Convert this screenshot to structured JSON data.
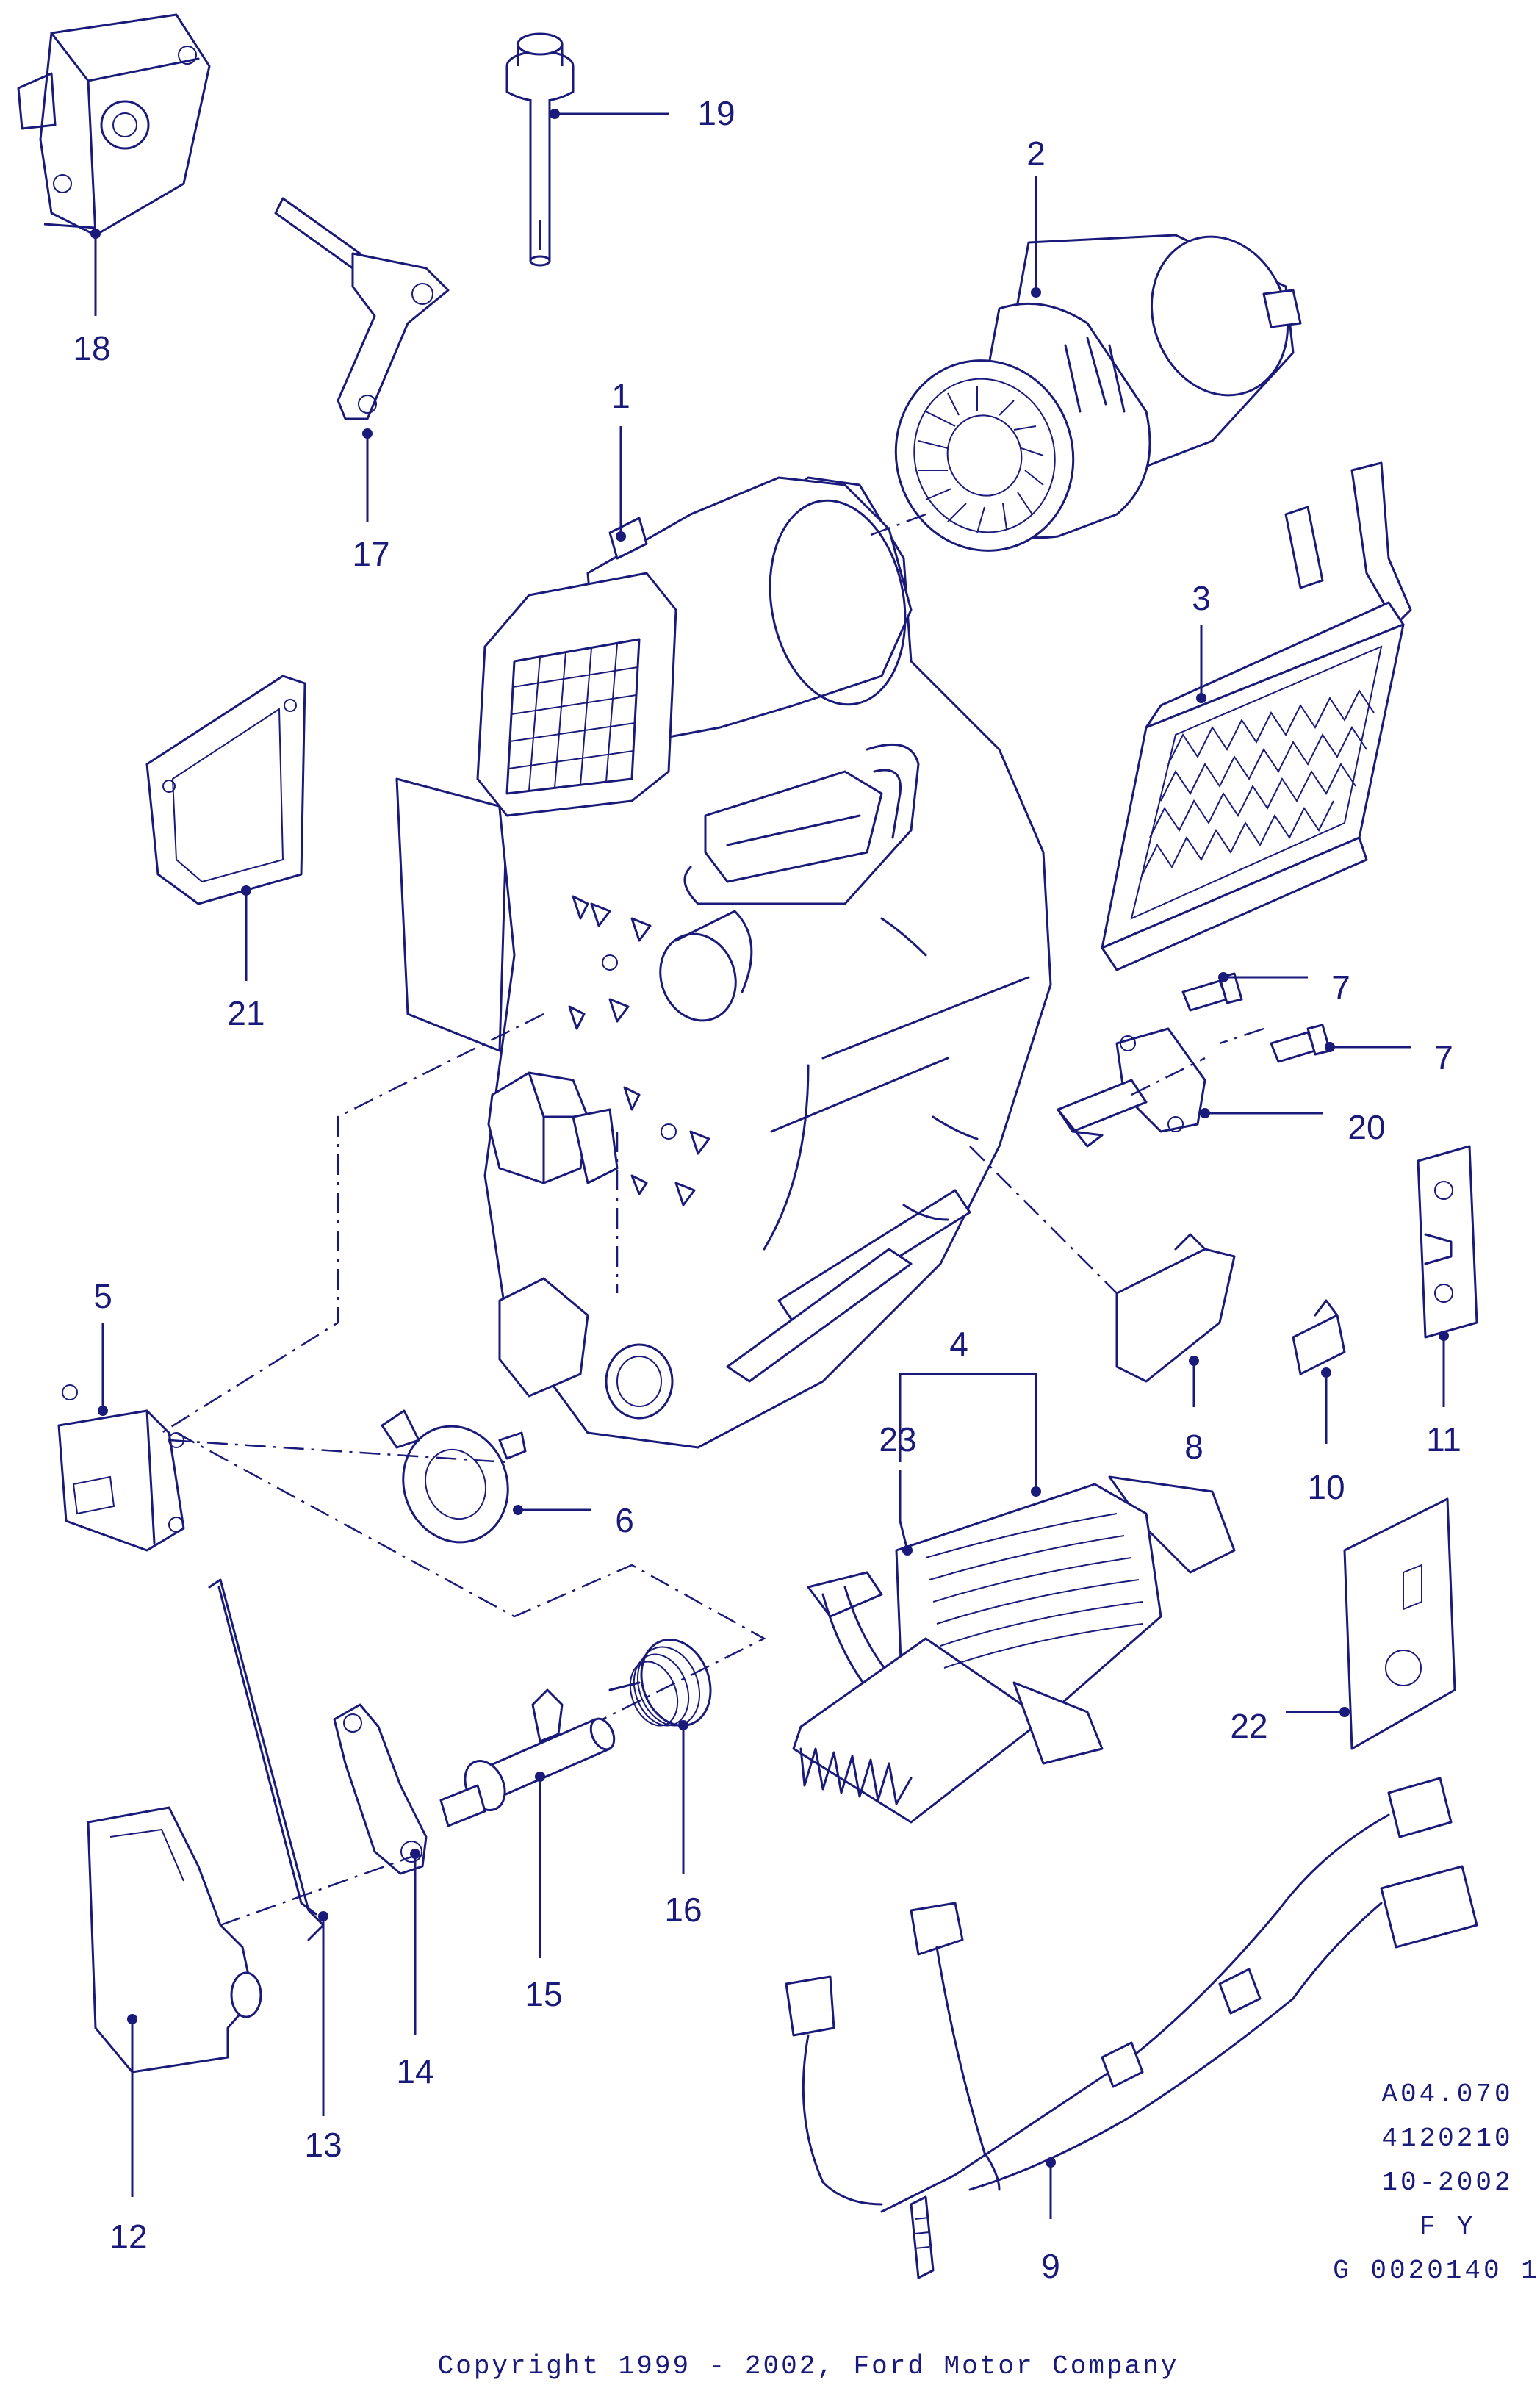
{
  "callouts": {
    "c1": "1",
    "c2": "2",
    "c3": "3",
    "c4": "4",
    "c5": "5",
    "c6": "6",
    "c7a": "7",
    "c7b": "7",
    "c8": "8",
    "c9": "9",
    "c10": "10",
    "c11": "11",
    "c12": "12",
    "c13": "13",
    "c14": "14",
    "c15": "15",
    "c16": "16",
    "c17": "17",
    "c18": "18",
    "c19": "19",
    "c20": "20",
    "c21": "21",
    "c22": "22",
    "c23": "23"
  },
  "reference": {
    "code": "A04.070",
    "number": "4120210",
    "date": "10-2002",
    "market": "F Y",
    "graphic_id": "G 0020140 1"
  },
  "copyright": "Copyright 1999 - 2002, Ford Motor Company"
}
